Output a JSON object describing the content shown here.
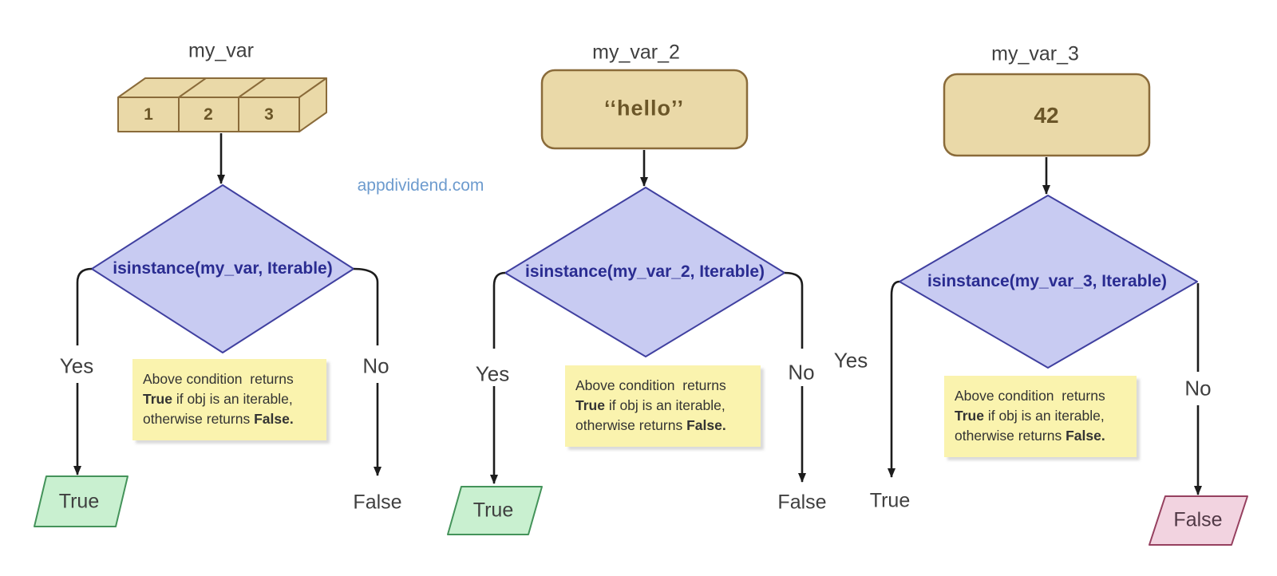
{
  "colors": {
    "background": "#ffffff",
    "box_fill": "#ead9a8",
    "box_border": "#8a6b3a",
    "box_text": "#6b5628",
    "diamond_fill": "#c8cbf2",
    "diamond_border": "#4040a0",
    "diamond_text": "#2a2c91",
    "note_fill": "#faf3ae",
    "note_text": "#333333",
    "green_fill": "#c9f0d0",
    "green_border": "#44935a",
    "pink_fill": "#f2d3e0",
    "pink_border": "#96405f",
    "pink_text": "#503845",
    "line": "#1c1c1c",
    "label": "#3f3f3f",
    "watermark": "#6d9bce"
  },
  "watermark": "appdividend.com",
  "shared": {
    "yes": "Yes",
    "no": "No",
    "note_lines": [
      [
        {
          "t": "Above condition  returns",
          "b": false
        }
      ],
      [
        {
          "t": "True",
          "b": true
        },
        {
          "t": " if obj is an iterable,",
          "b": false
        }
      ],
      [
        {
          "t": "otherwise returns ",
          "b": false
        },
        {
          "t": "False.",
          "b": true
        }
      ]
    ]
  },
  "columns": [
    {
      "title": "my_var",
      "cells": [
        "1",
        "2",
        "3"
      ],
      "condition": "isinstance(my_var, Iterable)",
      "yes_result": "True",
      "no_result": "False"
    },
    {
      "title": "my_var_2",
      "value": "‘‘hello’’",
      "condition": "isinstance(my_var_2, Iterable)",
      "yes_result": "True",
      "no_result": "False"
    },
    {
      "title": "my_var_3",
      "value": "42",
      "condition": "isinstance(my_var_3, Iterable)",
      "yes_result": "True",
      "no_result": "False"
    }
  ]
}
